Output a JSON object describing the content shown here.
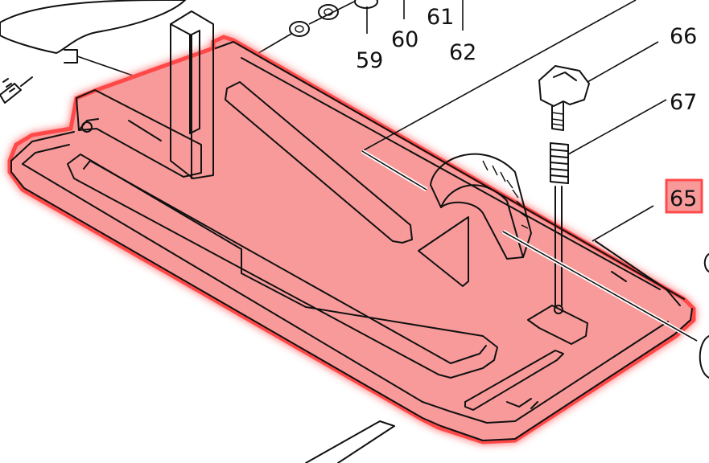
{
  "diagram": {
    "highlight_color": "#ff6b6b",
    "highlight_fill": "#f99a9a",
    "callouts": {
      "c59": "59",
      "c60": "60",
      "c61": "61",
      "c62": "62",
      "c65": "65",
      "c66": "66",
      "c67": "67"
    },
    "selected_part": "65"
  }
}
